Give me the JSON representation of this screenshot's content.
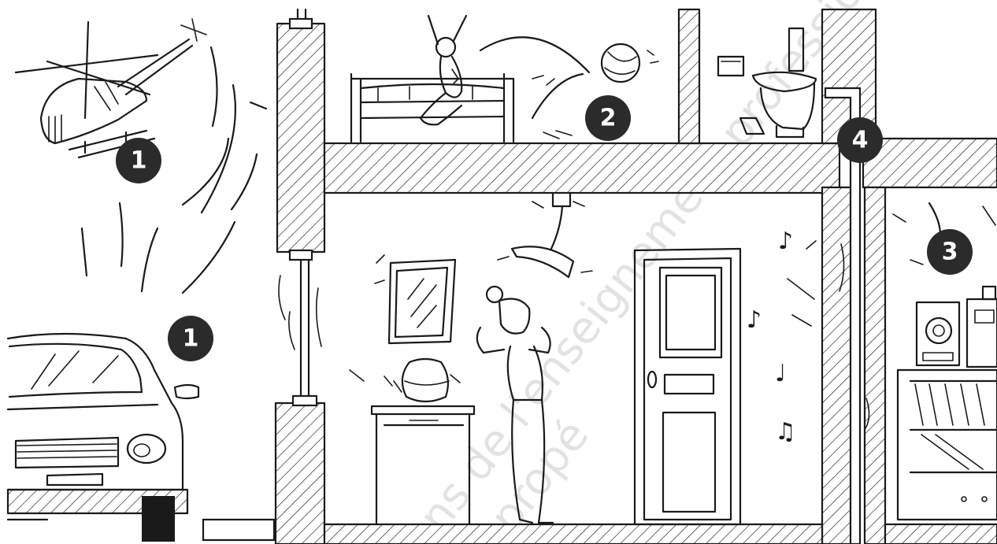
{
  "badges": {
    "helicopter": "1",
    "car": "1",
    "bedroom": "2",
    "stereo": "3",
    "pipe": "4"
  },
  "watermark": {
    "line1": "ns de l'enseignement professionne",
    "line2": "propé"
  },
  "colors": {
    "ink": "#1a1a1a",
    "badge_fill": "#2b2b2b",
    "badge_text": "#ffffff",
    "background": "#ffffff"
  },
  "icons": [
    "helicopter-icon",
    "car-icon",
    "bed-icon",
    "child-jumping-icon",
    "ball-icon",
    "toilet-icon",
    "lamp-icon",
    "woman-covering-ears-icon",
    "door-icon",
    "stereo-icon",
    "music-note-icon"
  ]
}
